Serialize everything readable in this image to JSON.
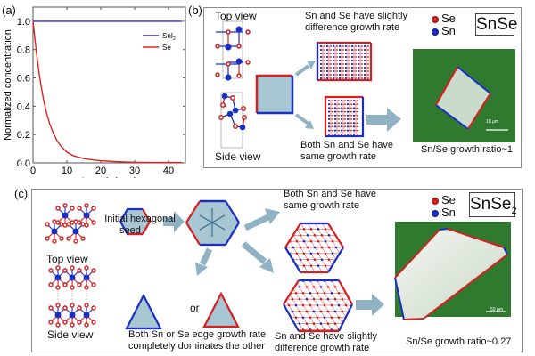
{
  "panel_a": {
    "label": "(a)",
    "chart_data": {
      "type": "line",
      "title": "",
      "xlabel": "Length (mm)",
      "ylabel": "Normalized concentration",
      "xlim": [
        0,
        45
      ],
      "ylim": [
        0,
        1.1
      ],
      "xticks": [
        0,
        10,
        20,
        30,
        40
      ],
      "xtick_labels": [
        "0",
        "10",
        "20",
        "30",
        "40"
      ],
      "yticks": [
        0.0,
        0.2,
        0.4,
        0.6,
        0.8,
        1.0
      ],
      "ytick_labels": [
        "0.0",
        "0.2",
        "0.4",
        "0.6",
        "0.8",
        "1.0"
      ],
      "grid": false,
      "legend_position": "top-right",
      "series": [
        {
          "name": "SnI2",
          "legend_main": "SnI",
          "legend_sub": "2",
          "color": "#2b2bd9",
          "x": [
            0,
            5,
            10,
            15,
            20,
            25,
            30,
            35,
            40,
            44
          ],
          "y": [
            1.0,
            1.0,
            1.0,
            1.0,
            1.0,
            1.0,
            1.0,
            1.0,
            1.0,
            1.0
          ]
        },
        {
          "name": "Se",
          "legend_main": "Se",
          "legend_sub": "",
          "color": "#e02020",
          "x": [
            0,
            1,
            2,
            3,
            4,
            5,
            6,
            7,
            8,
            10,
            12,
            15,
            18,
            20,
            25,
            30,
            35,
            40,
            44
          ],
          "y": [
            1.0,
            0.78,
            0.6,
            0.46,
            0.35,
            0.27,
            0.21,
            0.16,
            0.125,
            0.075,
            0.05,
            0.03,
            0.02,
            0.015,
            0.008,
            0.004,
            0.003,
            0.003,
            0.003
          ]
        }
      ]
    }
  },
  "panel_b": {
    "label": "(b)",
    "top_view_label": "Top view",
    "side_view_label": "Side view",
    "diff_rate_line1": "Sn and Se have slightly",
    "diff_rate_line2": "difference growth rate",
    "same_rate_line1": "Both Sn and Se have",
    "same_rate_line2": "same growth rate",
    "legend": [
      {
        "label": "Se",
        "color": "#d42020"
      },
      {
        "label": "Sn",
        "color": "#1a2fc4"
      }
    ],
    "compound": "SnSe",
    "scale_bar": "10 μm",
    "ratio_text": "Sn/Se growth ratio~1"
  },
  "panel_c": {
    "label": "(c)",
    "top_view_label": "Top view",
    "side_view_label": "Side view",
    "seed_line1": "Initial hexagonal",
    "seed_line2": "seed",
    "or_label": "or",
    "dominate_line1": "Both Sn or Se edge growth rate",
    "dominate_line2": "completely dominates the other",
    "same_rate_line1": "Both Sn and Se have",
    "same_rate_line2": "same growth rate",
    "diff_rate_line1": "Sn and Se have slightly",
    "diff_rate_line2": "difference growth rate",
    "legend": [
      {
        "label": "Se",
        "color": "#d42020"
      },
      {
        "label": "Sn",
        "color": "#1a2fc4"
      }
    ],
    "compound_main": "SnSe",
    "compound_sub": "2",
    "scale_bar": "50 μm",
    "ratio_text": "Sn/Se growth ratio~0.27"
  },
  "colors": {
    "se_red": "#d42020",
    "sn_blue": "#1a2fc4",
    "arrow": "#8fb3c4",
    "crystal_fill": "#a9c6d3",
    "micrograph_green": "#2f7a2f"
  }
}
